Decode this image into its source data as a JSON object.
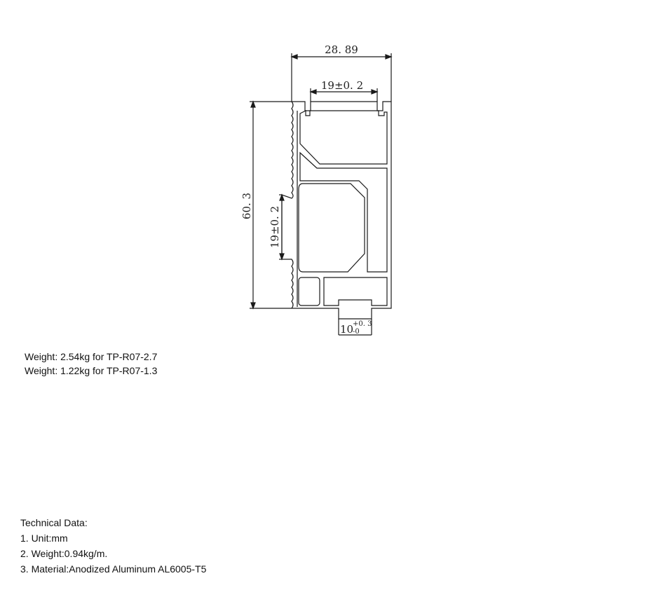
{
  "dimensions": {
    "width_total": "28. 89",
    "slot_top": "19±0. 2",
    "height_total": "60. 3",
    "slot_side": "19±0. 2",
    "bottom_tab_main": "10",
    "bottom_tab_plus": "+0. 3",
    "bottom_tab_minus": "-0"
  },
  "weights": [
    "Weight: 2.54kg for TP-R07-2.7",
    "Weight: 1.22kg for TP-R07-1.3"
  ],
  "technical": {
    "title": "Technical Data:",
    "items": [
      "1. Unit:mm",
      "2. Weight:0.94kg/m.",
      "3. Material:Anodized Aluminum AL6005-T5"
    ]
  }
}
